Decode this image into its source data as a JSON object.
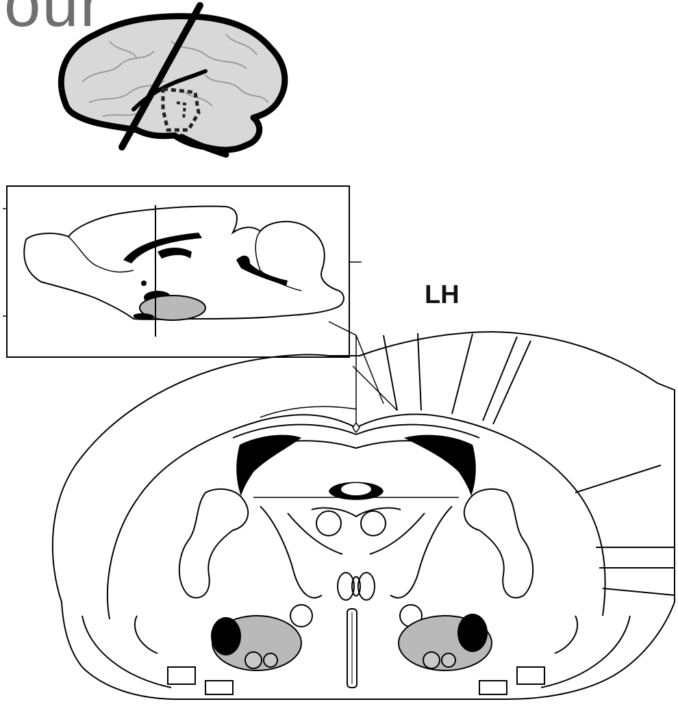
{
  "header_text": "our",
  "region_label": "LH",
  "colors": {
    "ink": "#000000",
    "shaded_region": "#b9b9b9",
    "human_brain_fill": "#d8d8d8",
    "background": "#ffffff"
  },
  "panels": [
    "human-brain-lateral-view",
    "rat-brain-sagittal-inset",
    "rat-brain-coronal-section"
  ]
}
